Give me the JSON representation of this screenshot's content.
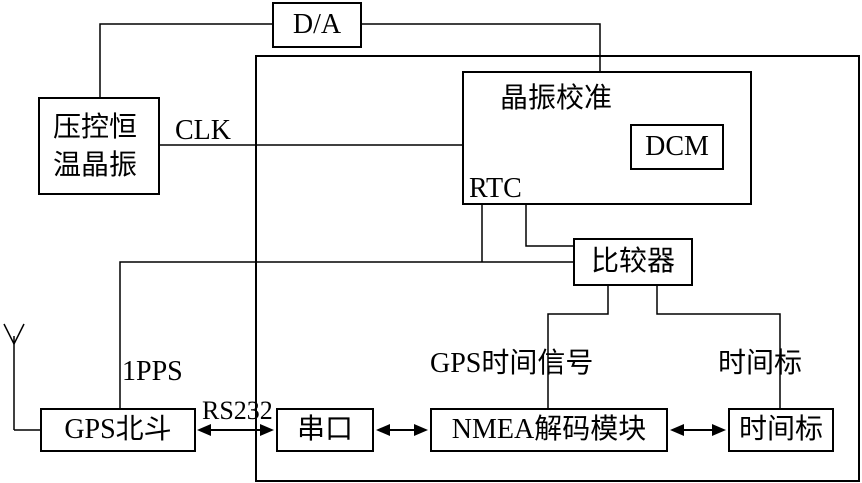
{
  "blocks": {
    "da": "D/A",
    "vcxo_line1": "压控恒",
    "vcxo_line2": "温晶振",
    "calibration": "晶振校准",
    "dcm": "DCM",
    "comparator": "比较器",
    "gps_beidou": "GPS北斗",
    "serial_port": "串口",
    "nmea_decoder": "NMEA解码模块",
    "timestamp": "时间标"
  },
  "signals": {
    "clk": "CLK",
    "rtc": "RTC",
    "pps": "1PPS",
    "rs232": "RS232",
    "gps_time_signal": "GPS时间信号",
    "timestamp_signal": "时间标"
  }
}
